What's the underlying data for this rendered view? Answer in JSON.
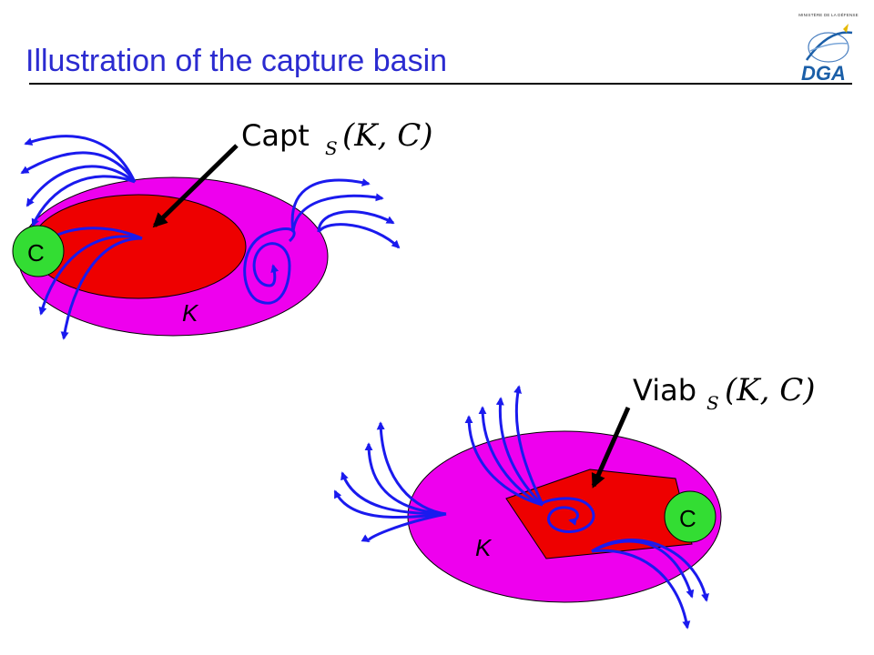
{
  "slide": {
    "title": "Illustration of the capture basin"
  },
  "logo": {
    "ministry": "MINISTÈRE DE LA DÉFENSE",
    "acronym": "DGA"
  },
  "colors": {
    "title": "#2b2bd0",
    "domain_K": "#ee00ee",
    "basin": "#ee0000",
    "target_C": "#33dd33",
    "trajectory": "#1a1aee"
  },
  "top_diagram": {
    "basin_label_word": "Capt",
    "basin_label_sub": "S",
    "basin_label_args": "(K, C)",
    "domain_label": "K",
    "target_label": "C"
  },
  "bottom_diagram": {
    "basin_label_word": "Viab",
    "basin_label_sub": "S",
    "basin_label_args": "(K, C)",
    "domain_label": "K",
    "target_label": "C"
  }
}
